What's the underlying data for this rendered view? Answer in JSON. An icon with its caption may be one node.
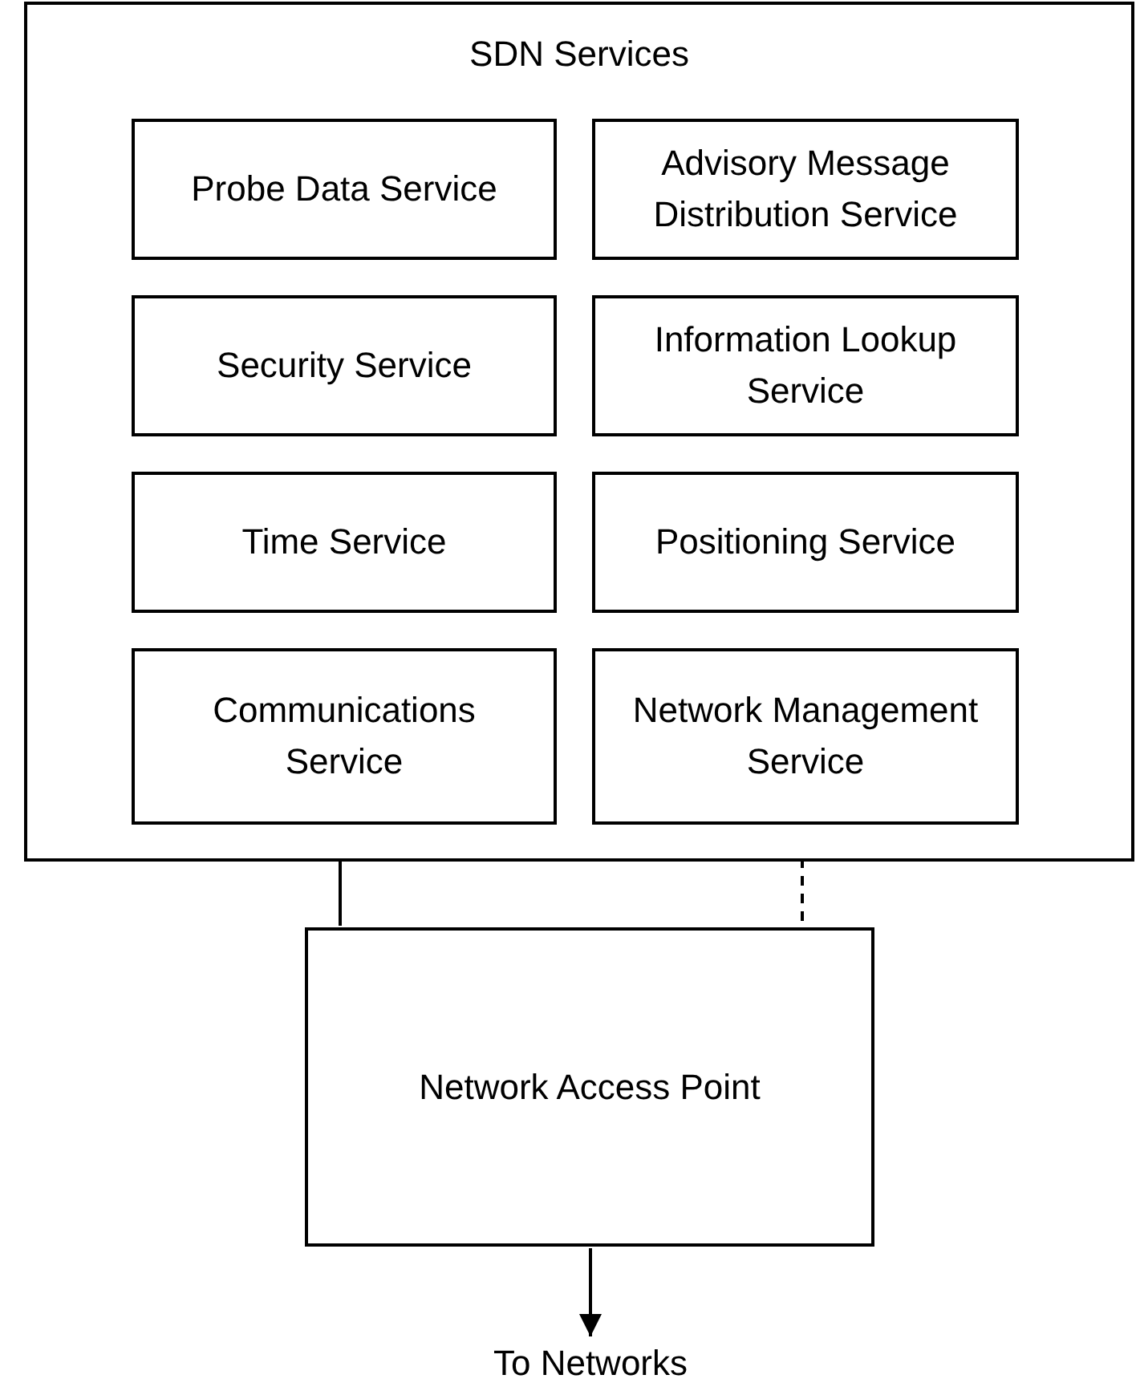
{
  "diagram": {
    "nodes": [
      {
        "text": [
          "SDN Services"
        ]
      },
      {
        "text": [
          "Probe Data Service"
        ],
        "in": 0
      },
      {
        "text": [
          "Advisory Message Distribution Service"
        ],
        "in": 0
      },
      {
        "text": [
          "Security Service"
        ],
        "in": 0
      },
      {
        "text": [
          "Information Lookup Service"
        ],
        "in": 0
      },
      {
        "text": [
          "Time Service"
        ],
        "in": 0
      },
      {
        "text": [
          "Positioning Service"
        ],
        "in": 0
      },
      {
        "text": [
          "Communications Service"
        ],
        "in": 0
      },
      {
        "text": [
          "Network Management Service"
        ],
        "in": 0
      },
      {
        "text": [
          "Network Access Point"
        ]
      },
      {
        "text": [
          "To Networks"
        ]
      }
    ],
    "edges": [
      {
        "from": 7,
        "to": 9,
        "arrow": "none"
      },
      {
        "from": 8,
        "to": 9,
        "arrow": "none",
        "style": "dashed"
      },
      {
        "from": 9,
        "to": 10,
        "arrow": "to"
      }
    ]
  }
}
